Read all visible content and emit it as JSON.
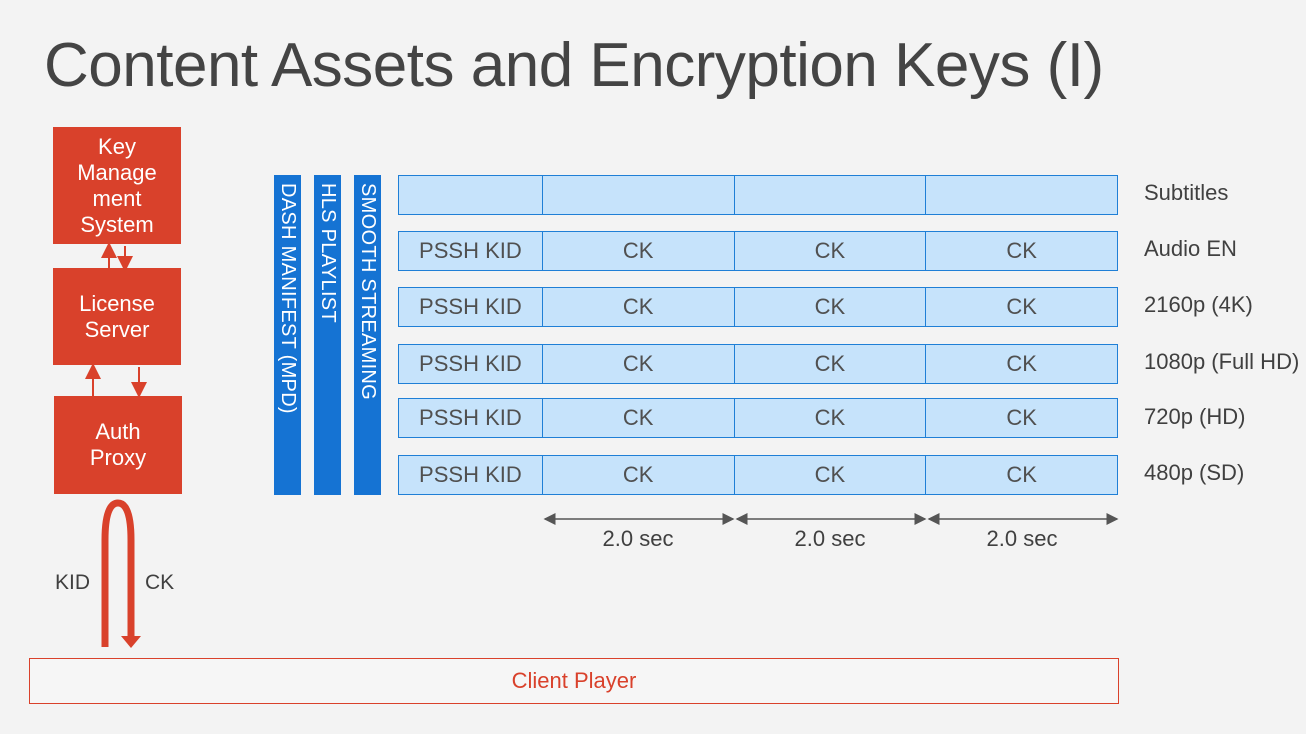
{
  "title": "Content Assets and Encryption Keys (I)",
  "servers": {
    "key_management": "Key\nManage\nment\nSystem",
    "license_server": "License\nServer",
    "auth_proxy": "Auth\nProxy"
  },
  "flow_labels": {
    "kid": "KID",
    "ck": "CK"
  },
  "manifests": [
    "DASH MANIFEST (MPD)",
    "HLS PLAYLIST",
    "SMOOTH STREAMING"
  ],
  "tracks": [
    {
      "label": "Subtitles",
      "cells": [
        "",
        "",
        "",
        ""
      ]
    },
    {
      "label": "Audio EN",
      "cells": [
        "PSSH KID",
        "CK",
        "CK",
        "CK"
      ]
    },
    {
      "label": "2160p (4K)",
      "cells": [
        "PSSH KID",
        "CK",
        "CK",
        "CK"
      ]
    },
    {
      "label": "1080p (Full HD)",
      "cells": [
        "PSSH KID",
        "CK",
        "CK",
        "CK"
      ]
    },
    {
      "label": "720p (HD)",
      "cells": [
        "PSSH KID",
        "CK",
        "CK",
        "CK"
      ]
    },
    {
      "label": "480p (SD)",
      "cells": [
        "PSSH KID",
        "CK",
        "CK",
        "CK"
      ]
    }
  ],
  "segment_durations": [
    "2.0 sec",
    "2.0 sec",
    "2.0 sec"
  ],
  "client_player": "Client Player",
  "colors": {
    "server_red": "#d9412b",
    "manifest_blue": "#1573d3",
    "cell_fill": "#c6e3fb",
    "cell_border": "#1f7fd6"
  }
}
